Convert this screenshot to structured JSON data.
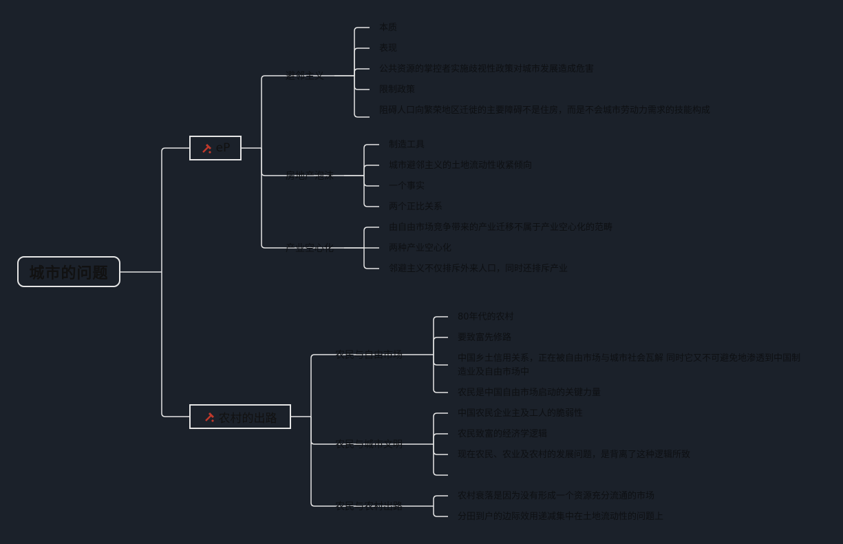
{
  "root": {
    "label": "城市的问题"
  },
  "branches": [
    {
      "label": "eP",
      "icon": "hammer-icon",
      "subs": [
        {
          "label": "避邻主义",
          "leaves": [
            "本质",
            "表现",
            "公共资源的掌控者实施歧视性政策对城市发展造成危害",
            "限制政策",
            "阻碍人口向繁荣地区迁徙的主要障碍不是住房，而是不会城市劳动力需求的技能构成"
          ]
        },
        {
          "label": "房地产泡沫",
          "leaves": [
            "制造工具",
            "城市避邻主义的土地流动性收紧倾向",
            "一个事实",
            "两个正比关系"
          ]
        },
        {
          "label": "产业空心化",
          "leaves": [
            "由自由市场竞争带来的产业迁移不属于产业空心化的范畴",
            "两种产业空心化",
            "邻避主义不仅排斥外来人口，同时还排斥产业"
          ]
        }
      ]
    },
    {
      "label": "农村的出路",
      "icon": "hammer-icon",
      "subs": [
        {
          "label": "农民与自由市场",
          "leaves": [
            "80年代的农村",
            "要致富先修路",
            "中国乡土信用关系，正在被自由市场与城市社会瓦解 同时它又不可避免地渗透到中国制造业及自由市场中",
            "农民是中国自由市场启动的关键力量"
          ]
        },
        {
          "label": "农民与城市文明",
          "leaves": [
            "中国农民企业主及工人的脆弱性",
            "农民致富的经济学逻辑",
            "现在农民、农业及农村的发展问题，是背离了这种逻辑所致",
            ""
          ]
        },
        {
          "label": "农民与农村出路",
          "leaves": [
            "农村衰落是因为没有形成一个资源充分流通的市场",
            "分田到户的边际效用递减集中在土地流动性的问题上"
          ]
        }
      ]
    }
  ],
  "colors": {
    "background": "#1b212a",
    "line": "#e6e6e6",
    "icon": "#c0392b"
  }
}
